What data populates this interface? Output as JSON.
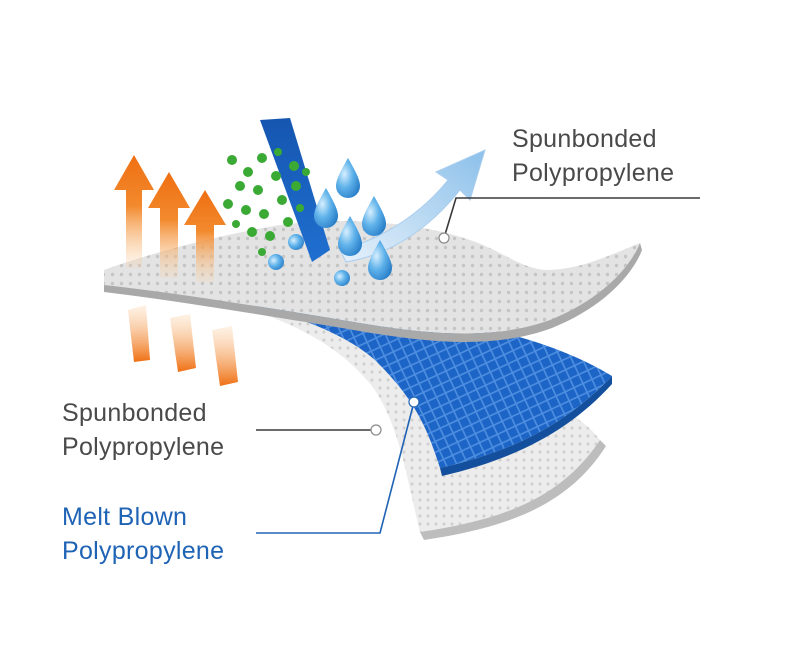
{
  "labels": {
    "top": {
      "line1": "Spunbonded",
      "line2": "Polypropylene"
    },
    "middle": {
      "line1": "Spunbonded",
      "line2": "Polypropylene"
    },
    "bottom": {
      "line1": "Melt Blown",
      "line2": "Polypropylene"
    }
  },
  "colors": {
    "label_gray": "#4a4a4a",
    "label_blue": "#1f63b5",
    "meltblown_blue": "#1c64c6",
    "spunbond_gray": "#d6d6d6",
    "heat_orange": "#f07a1c",
    "particle_green": "#3aaa35",
    "droplet_blue": "#4aa3e0"
  },
  "icons": [
    "heat-arrow-icon",
    "particle-icon",
    "water-droplet-icon",
    "incoming-arrow-icon",
    "outgoing-arrow-icon"
  ]
}
